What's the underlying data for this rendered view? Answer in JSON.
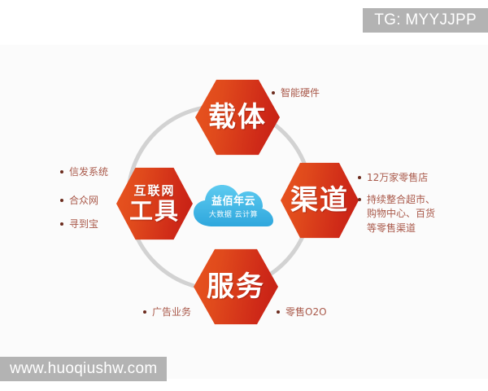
{
  "watermarks": {
    "top": "TG: MYYJJPP",
    "bottom": "www.huoqiushw.com"
  },
  "diagram": {
    "center": {
      "name": "cloud-core",
      "title": "益佰年云",
      "subtitle": "大数据 云计算",
      "color": "#3fb8e8"
    },
    "nodes": [
      {
        "id": "carrier",
        "label": "载体",
        "sublabel": ""
      },
      {
        "id": "channel",
        "label": "渠道",
        "sublabel": ""
      },
      {
        "id": "service",
        "label": "服务",
        "sublabel": ""
      },
      {
        "id": "tools",
        "label": "工具",
        "sublabel": "互联网"
      }
    ],
    "labels": {
      "hardware": "智能硬件",
      "stores": "12万家零售店",
      "retail_channels": "持续整合超市、购物中心、百货等零售渠道",
      "xinfa": "信发系统",
      "hezhong": "合众网",
      "xundaobao": "寻到宝",
      "advertising": "广告业务",
      "retail_o2o": "零售O2O"
    },
    "colors": {
      "hex_light": "#e8541f",
      "hex_dark": "#c41f14",
      "ring": "#d2d2d2",
      "label_text": "#a9594a",
      "bullet": "#6b2b1d",
      "watermark_bg": "#b3b3b3"
    }
  }
}
